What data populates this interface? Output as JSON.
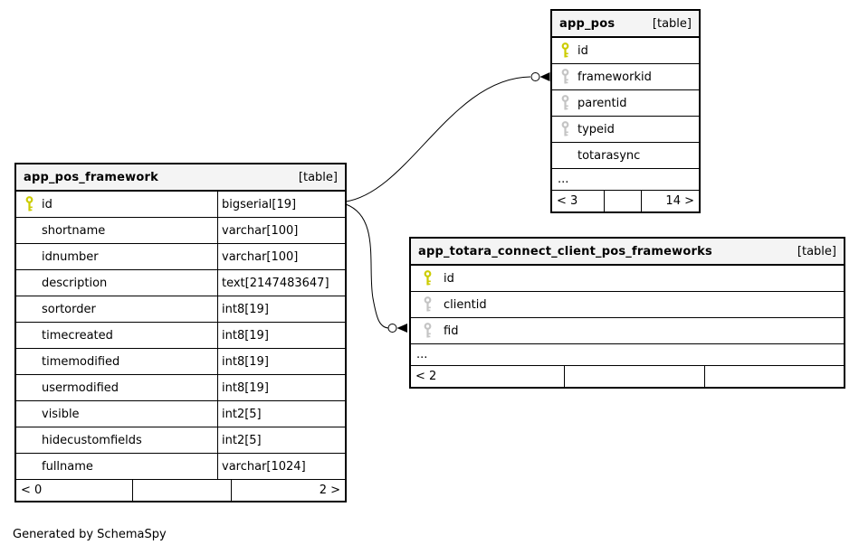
{
  "diagram": {
    "generator_note": "Generated by SchemaSpy",
    "colors": {
      "primary_key": "#cccc00",
      "foreign_key": "#c4c4c4",
      "header_bg": "#f4f4f4",
      "border": "#000000"
    }
  },
  "tables": [
    {
      "name": "app_pos_framework",
      "tag": "[table]",
      "columns": [
        {
          "name": "id",
          "type": "bigserial[19]",
          "key": "primary"
        },
        {
          "name": "shortname",
          "type": "varchar[100]",
          "key": "none"
        },
        {
          "name": "idnumber",
          "type": "varchar[100]",
          "key": "none"
        },
        {
          "name": "description",
          "type": "text[2147483647]",
          "key": "none"
        },
        {
          "name": "sortorder",
          "type": "int8[19]",
          "key": "none"
        },
        {
          "name": "timecreated",
          "type": "int8[19]",
          "key": "none"
        },
        {
          "name": "timemodified",
          "type": "int8[19]",
          "key": "none"
        },
        {
          "name": "usermodified",
          "type": "int8[19]",
          "key": "none"
        },
        {
          "name": "visible",
          "type": "int2[5]",
          "key": "none"
        },
        {
          "name": "hidecustomfields",
          "type": "int2[5]",
          "key": "none"
        },
        {
          "name": "fullname",
          "type": "varchar[1024]",
          "key": "none"
        }
      ],
      "footer": {
        "left": "< 0",
        "mid": "",
        "right": "2 >"
      }
    },
    {
      "name": "app_pos",
      "tag": "[table]",
      "columns": [
        {
          "name": "id",
          "key": "primary"
        },
        {
          "name": "frameworkid",
          "key": "foreign"
        },
        {
          "name": "parentid",
          "key": "foreign"
        },
        {
          "name": "typeid",
          "key": "foreign"
        },
        {
          "name": "totarasync",
          "key": "none"
        }
      ],
      "ellipsis": "...",
      "footer": {
        "left": "< 3",
        "mid": "",
        "right": "14 >"
      }
    },
    {
      "name": "app_totara_connect_client_pos_frameworks",
      "tag": "[table]",
      "columns": [
        {
          "name": "id",
          "key": "primary"
        },
        {
          "name": "clientid",
          "key": "foreign"
        },
        {
          "name": "fid",
          "key": "foreign"
        }
      ],
      "ellipsis": "...",
      "footer": {
        "left": "< 2",
        "mid": "",
        "right": ""
      }
    }
  ]
}
